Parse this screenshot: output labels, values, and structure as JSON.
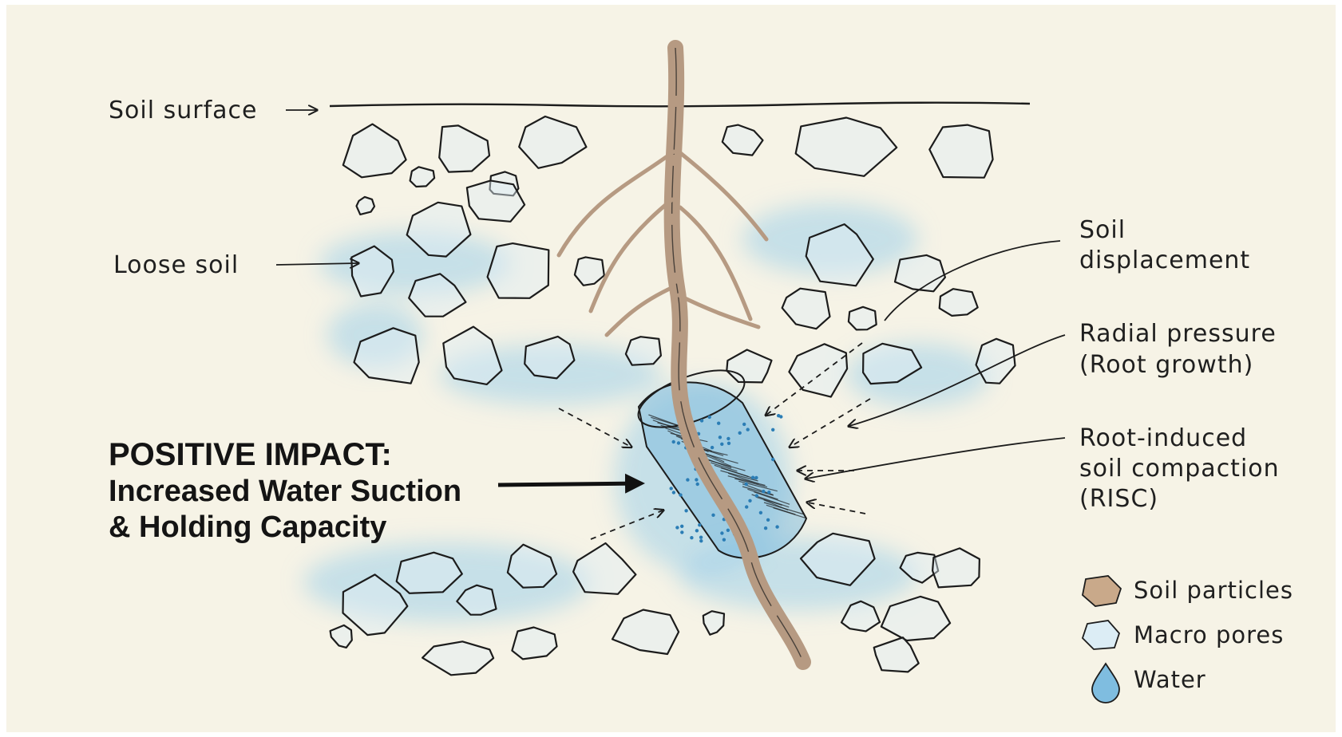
{
  "labels": {
    "soil_surface": "Soil surface",
    "loose_soil": "Loose soil",
    "soil_displacement_line1": "Soil",
    "soil_displacement_line2": "displacement",
    "radial_pressure_line1": "Radial pressure",
    "radial_pressure_line2": "(Root growth)",
    "risc_line1": "Root-induced",
    "risc_line2": "soil compaction",
    "risc_line3": "(RISC)"
  },
  "callout": {
    "title": "POSITIVE IMPACT:",
    "line1": "Increased Water Suction",
    "line2": "& Holding Capacity"
  },
  "legend": {
    "items": [
      {
        "label": "Soil particles",
        "icon": "soil-particle-icon",
        "color": "#c9a98a"
      },
      {
        "label": "Macro pores",
        "icon": "macro-pore-icon",
        "color": "#cfe6f2"
      },
      {
        "label": "Water",
        "icon": "water-drop-icon",
        "color": "#7fbde0"
      }
    ]
  },
  "colors": {
    "paper": "#f6f3e6",
    "ink": "#1c1c1c",
    "root": "#b69a82",
    "water": "#9fd0ea",
    "compaction_water": "#6fb4dc",
    "pore_fill": "#e1eef3"
  }
}
